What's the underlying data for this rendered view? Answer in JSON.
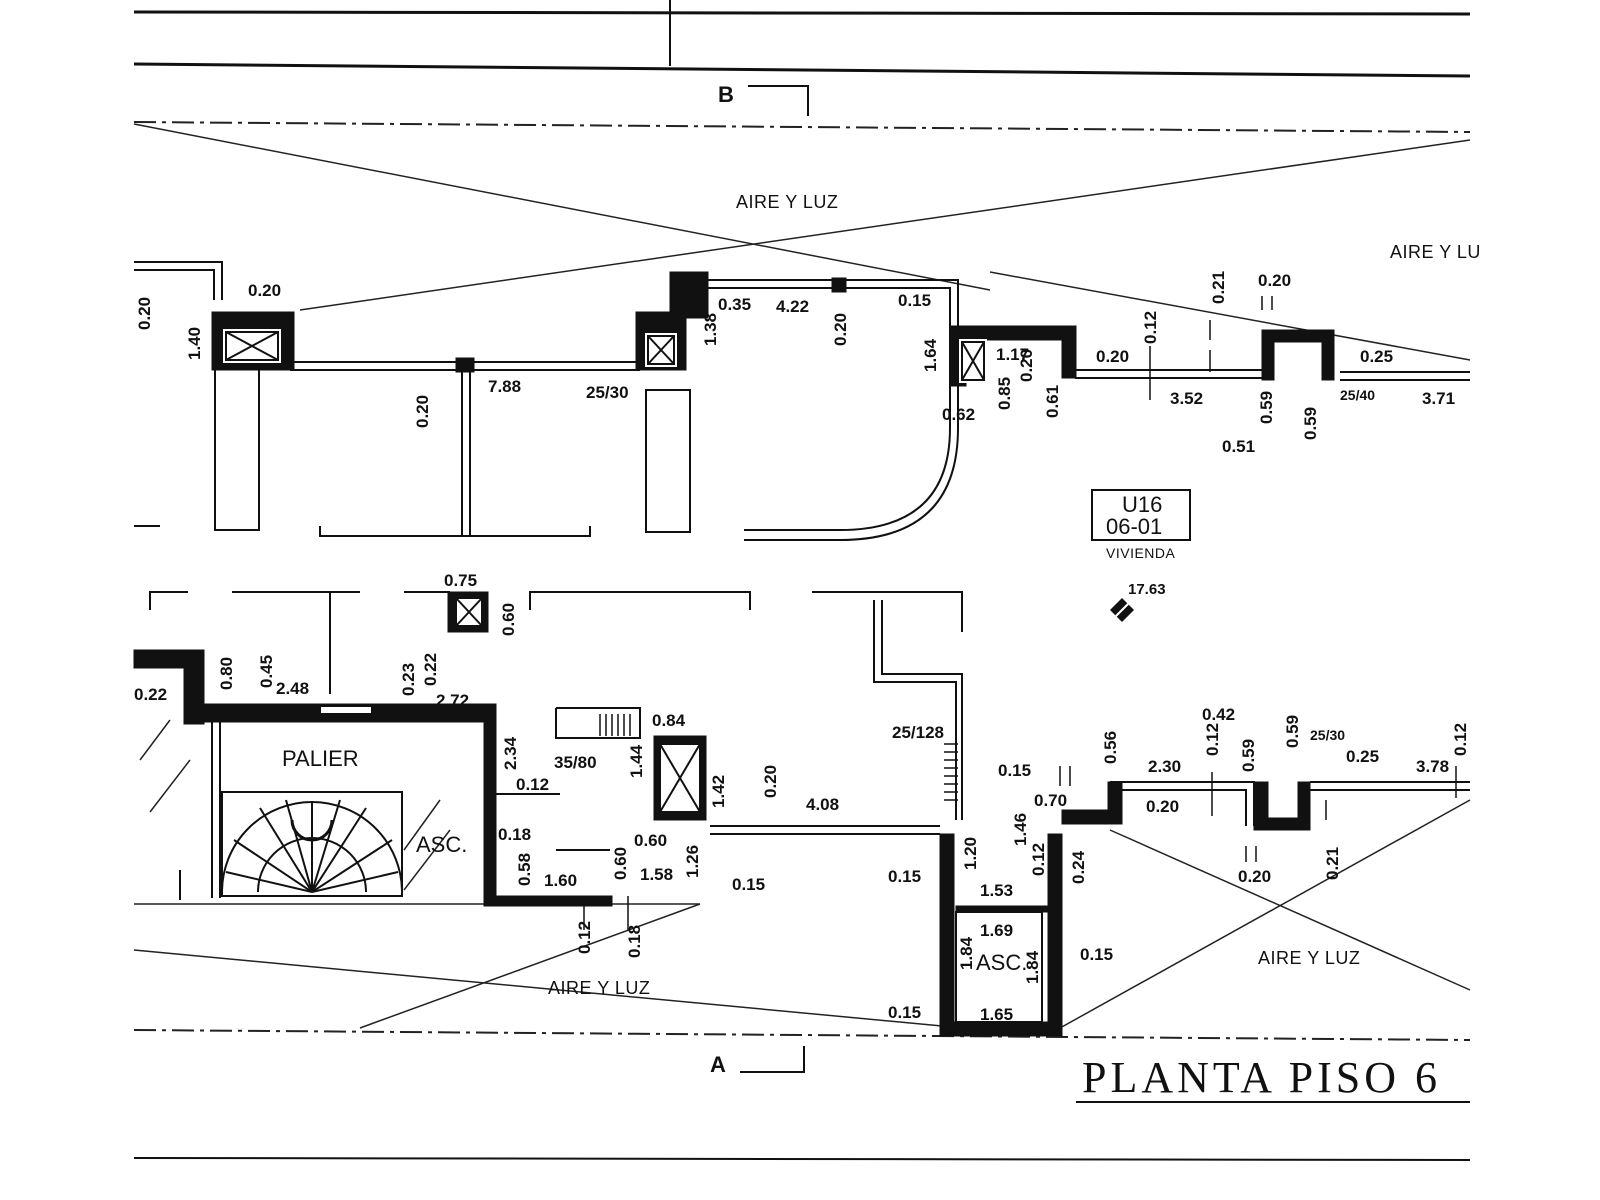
{
  "title": "PLANTA PISO 6",
  "section_markers": {
    "top": "B",
    "bottom": "A"
  },
  "rooms": {
    "aire_top": "AIRE Y LUZ",
    "aire_top_right": "AIRE Y LU",
    "aire_bottom": "AIRE Y LUZ",
    "aire_bottom_right": "AIRE Y LUZ",
    "palier": "PALIER",
    "asc_left": "ASC.",
    "asc_right": "ASC."
  },
  "unit_tag": {
    "code": "U16",
    "sub": "06-01",
    "use": "VIVIENDA"
  },
  "level": "17.63",
  "dims_top": {
    "d1": "0.20",
    "d2": "1.40",
    "d3": "0.20",
    "d4": "0.20",
    "d5": "7.88",
    "d6": "25/30",
    "d7": "0.35",
    "d8": "1.38",
    "d9": "4.22",
    "d10": "0.20",
    "d11": "0.15",
    "d12": "1.64",
    "d13": "0.62",
    "d14": "1.17",
    "d15": "0.85",
    "d16": "0.20",
    "d17": "0.61",
    "d18": "0.20",
    "d19": "0.12",
    "d20": "3.52",
    "d21": "0.21",
    "d22": "0.20",
    "d23": "0.59",
    "d24": "0.51",
    "d25": "0.59",
    "d26": "0.25",
    "d27": "25/40",
    "d28": "3.71"
  },
  "dims_bottom": {
    "b1": "0.75",
    "b2": "0.60",
    "b3": "0.22",
    "b4": "0.80",
    "b5": "0.45",
    "b6": "2.48",
    "b7": "0.23",
    "b8": "0.22",
    "b9": "2.72",
    "b10": "2.34",
    "b11": "0.12",
    "b12": "0.84",
    "b13": "35/80",
    "b14": "1.44",
    "b15": "1.42",
    "b16": "0.20",
    "b17": "4.08",
    "b18": "25/128",
    "b19": "0.18",
    "b20": "0.58",
    "b21": "1.60",
    "b22": "0.60",
    "b23": "0.60",
    "b24": "1.58",
    "b25": "1.26",
    "b26": "0.15",
    "b27": "0.12",
    "b28": "0.18",
    "b29": "0.15",
    "b30": "0.56",
    "b31": "0.70",
    "b32": "2.30",
    "b33": "0.20",
    "b34": "0.12",
    "b35": "0.42",
    "b36": "0.59",
    "b37": "0.59",
    "b38": "25/30",
    "b39": "0.25",
    "b40": "3.78",
    "b41": "0.12",
    "b42": "1.46",
    "b43": "0.12",
    "b44": "0.24",
    "b45": "1.20",
    "b46": "0.15",
    "b47": "1.53",
    "b48": "1.69",
    "b49": "1.84",
    "b50": "1.84",
    "b51": "0.15",
    "b52": "0.15",
    "b53": "1.65",
    "b54": "0.20",
    "b55": "0.21"
  }
}
